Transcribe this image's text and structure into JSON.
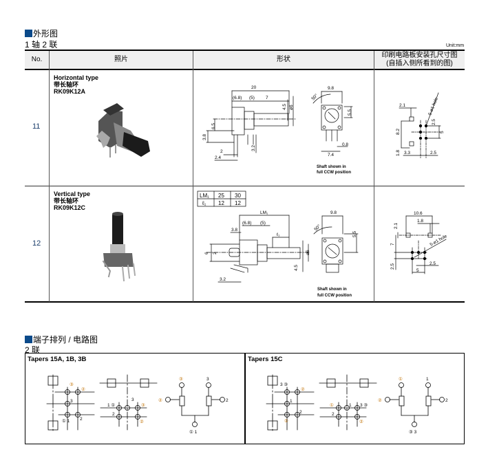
{
  "section1": {
    "title": "外形图",
    "subtitle": "1 轴 2 联",
    "unit": "Unit:mm",
    "headers": {
      "no": "No.",
      "photo": "照片",
      "shape": "形状",
      "pcb_line1": "印刷电路板安装孔尺寸图",
      "pcb_line2": "(自插入侧所看到的图)"
    },
    "rows": [
      {
        "no": "11",
        "type": "Horizontal type",
        "desc": "带长轴环",
        "model": "RK09K12A",
        "dims": {
          "overall": "20",
          "d68": "(6.8)",
          "d5": "(5)",
          "d7": "7",
          "d45": "4.5",
          "phi6": "ø6",
          "d65": "6.5",
          "d38": "3.8",
          "d2": "2",
          "d24": "2.4",
          "d32": "3.2",
          "w98": "9.8",
          "angle": "50°",
          "d55": "5.5",
          "d08": "0.8",
          "d74": "7.4"
        },
        "caption1": "Shaft shown in",
        "caption2": "full CCW position",
        "pcb": {
          "d21": "2.1",
          "hole": "5-ø1 hole",
          "d25a": "2.5",
          "d5": "5",
          "d82": "8.2",
          "d18": "1.8",
          "d33": "3.3",
          "d25b": "2.5"
        }
      },
      {
        "no": "12",
        "type": "Vertical type",
        "desc": "带长轴环",
        "model": "RK09K12C",
        "lm_table": {
          "h1": "LM₁",
          "h2": "25",
          "h3": "30",
          "r1": "ℓ₁",
          "r2": "12",
          "r3": "12"
        },
        "dims": {
          "lm1": "LM₁",
          "d68": "(6.8)",
          "d5": "(5)",
          "d38": "3.8",
          "l1": "ℓ₁",
          "d6": "6",
          "d2": "2",
          "phi6": "ø6",
          "d45": "4.5",
          "d32": "3.2",
          "w98": "9.8",
          "angle": "50°",
          "d55": "5.5"
        },
        "caption1": "Shaft shown in",
        "caption2": "full CCW position",
        "pcb": {
          "d106": "10.6",
          "d18": "1.8",
          "d21": "2.1",
          "d7": "7",
          "d25a": "2.5",
          "d25b": "2.5",
          "d5": "5",
          "hole": "5-ø1 hole"
        }
      }
    ]
  },
  "section2": {
    "title": "端子排列 / 电路图",
    "subtitle": "2 联",
    "panels": [
      {
        "title": "Tapers 15A, 1B, 3B",
        "grid": {
          "a": "③",
          "b": "②",
          "c": "3",
          "d": "① 1",
          "e": "2"
        },
        "mid": {
          "a": "1 ①",
          "b": "3",
          "c": "③",
          "d": "2",
          "e": "②"
        },
        "circuit": {
          "top_left": "③",
          "top_right": "3",
          "wiper_left": "②",
          "wiper_right": "2",
          "bottom": "① 1"
        }
      },
      {
        "title": "Tapers 15C",
        "grid": {
          "a": "3 ③",
          "b": "②",
          "c": "1",
          "d": "①",
          "e": "2"
        },
        "mid": {
          "a": "①",
          "b": "1",
          "c": "3 ③",
          "d": "2",
          "e": "②"
        },
        "circuit": {
          "top_left": "①",
          "top_right": "1",
          "wiper_left": "②",
          "wiper_right": "2",
          "bottom": "③ 3"
        }
      }
    ]
  }
}
